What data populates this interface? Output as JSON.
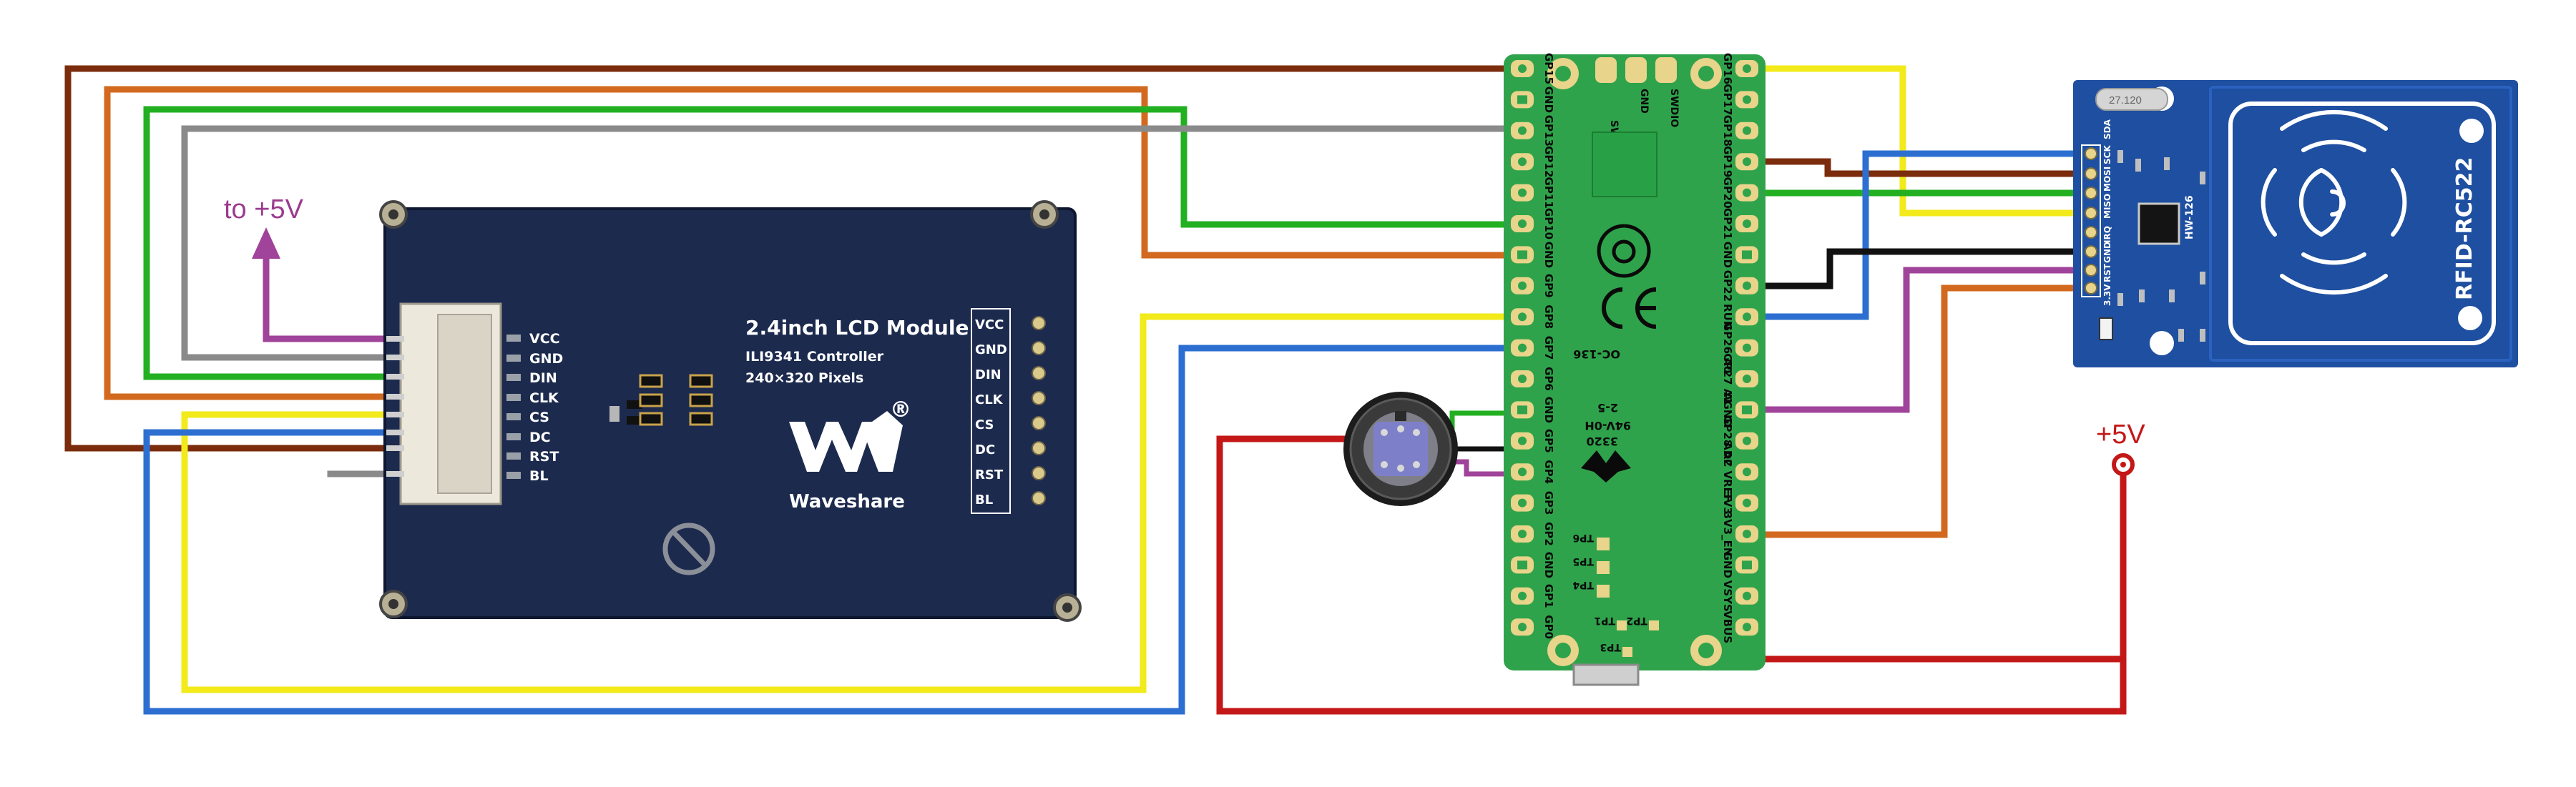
{
  "annotations": {
    "to_5v": "to +5V",
    "plus_5v": "+5V"
  },
  "lcd": {
    "title": "2.4inch LCD Module",
    "controller": "ILI9341 Controller",
    "pixels": "240×320 Pixels",
    "brand": "Waveshare",
    "registered": "®",
    "connector_pins": [
      "VCC",
      "GND",
      "DIN",
      "CLK",
      "CS",
      "DC",
      "RST",
      "BL"
    ],
    "side_pins": [
      "VCC",
      "GND",
      "DIN",
      "CLK",
      "CS",
      "DC",
      "RST",
      "BL"
    ]
  },
  "pico": {
    "top_labels": [
      "SWCLK",
      "GND",
      "SWDIO"
    ],
    "left_pins": [
      "GP15",
      "GND",
      "GP13",
      "GP12",
      "GP11",
      "GP10",
      "GND",
      "GP9",
      "GP8",
      "GP7",
      "GP6",
      "GND",
      "GP5",
      "GP4",
      "GP3",
      "GP2",
      "GND",
      "GP1",
      "GP0"
    ],
    "right_pins": [
      "GP16",
      "GP17",
      "GP18",
      "GP19",
      "GP20",
      "GP21",
      "GND",
      "GP22",
      "RUN",
      "GP26 A0",
      "GP27 A1",
      "AGND",
      "GP28 A2",
      "ADC VREF",
      "3V3",
      "3V3_EN",
      "GND",
      "VSYS",
      "VBUS"
    ],
    "board_marks": [
      "OC-136",
      "94V-0H",
      "3320",
      "2-5"
    ],
    "test_points": [
      "TP6",
      "TP5",
      "TP4",
      "TP1",
      "TP2",
      "TP3"
    ]
  },
  "rfid": {
    "name": "RFID-RC522",
    "pins": [
      "SDA",
      "SCK",
      "MOSI",
      "MISO",
      "IRQ",
      "GND",
      "RST",
      "3.3V"
    ],
    "chip": "HW-126",
    "crystal": "27.120"
  },
  "colors": {
    "brown": "#7b2c0d",
    "orange": "#d2691e",
    "green": "#22b022",
    "gray": "#8a8a8a",
    "yellow": "#f2ea1a",
    "blue": "#2d6fd1",
    "black": "#111111",
    "purple": "#a0439a",
    "red": "#c41818",
    "annotation": "#9b3b8f",
    "lcd_board": "#1c2a4e",
    "pico_board": "#2fa34b",
    "rfid_board": "#1e4fa0"
  }
}
